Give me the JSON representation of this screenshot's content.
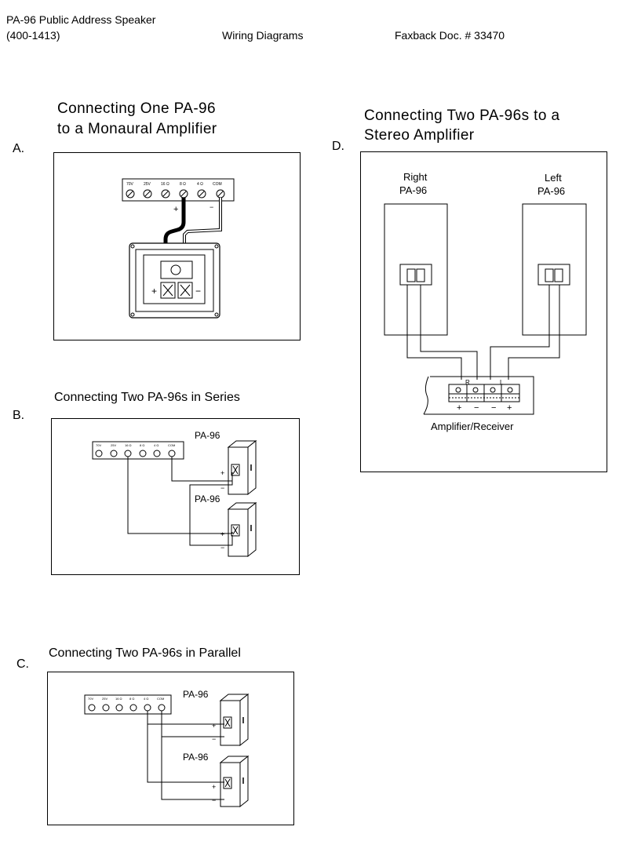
{
  "header": {
    "product": "PA-96 Public Address Speaker",
    "part_number": "(400-1413)",
    "doc_title": "Wiring Diagrams",
    "doc_number": "Faxback Doc. # 33470"
  },
  "terminal_labels": [
    "70V",
    "25V",
    "16 Ω",
    "8 Ω",
    "4 Ω",
    "COM"
  ],
  "section_a": {
    "letter": "A.",
    "title_line1": "Connecting One PA-96",
    "title_line2": "to a Monaural Amplifier",
    "plus": "+",
    "minus": "−"
  },
  "section_b": {
    "letter": "B.",
    "title": "Connecting Two PA-96s in Series",
    "speaker1_label": "PA-96",
    "speaker2_label": "PA-96",
    "plus": "+",
    "minus": "−"
  },
  "section_c": {
    "letter": "C.",
    "title": "Connecting Two PA-96s in Parallel",
    "speaker1_label": "PA-96",
    "speaker2_label": "PA-96",
    "plus": "+",
    "minus": "−"
  },
  "section_d": {
    "letter": "D.",
    "title_line1": "Connecting  Two  PA-96s  to  a",
    "title_line2": "Stereo Amplifier",
    "right_label_1": "Right",
    "right_label_2": "PA-96",
    "left_label_1": "Left",
    "left_label_2": "PA-96",
    "amp_label": "Amplifier/Receiver",
    "channel_r": "R",
    "channel_l": "L",
    "polarity": [
      "+",
      "−",
      "−",
      "+"
    ]
  }
}
